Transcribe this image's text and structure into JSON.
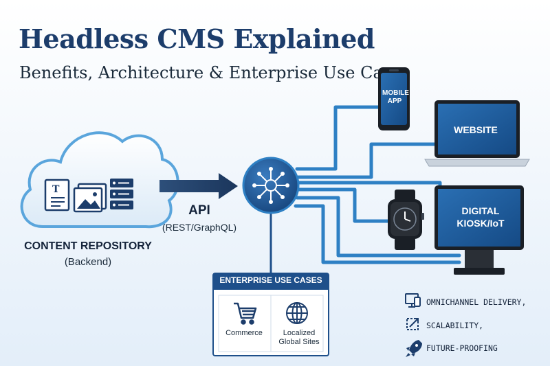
{
  "header": {
    "title": "Headless CMS Explained",
    "subtitle": "Benefits, Architecture & Enterprise Use Cases"
  },
  "repository": {
    "title": "CONTENT REPOSITORY",
    "subtitle": "(Backend)",
    "icons": [
      "document-icon",
      "image-gallery-icon",
      "database-stack-icon"
    ]
  },
  "api": {
    "title": "API",
    "subtitle": "(REST/GraphQL)",
    "icon": "hub-network-icon"
  },
  "devices": {
    "mobile": "MOBILE APP",
    "mobile_line1": "MOBILE",
    "mobile_line2": "APP",
    "website": "WEBSITE",
    "kiosk_line1": "DIGITAL",
    "kiosk_line2": "KIOSK/IoT",
    "watch_icon": "smartwatch-icon"
  },
  "use_cases": {
    "header": "ENTERPRISE USE CASES",
    "items": [
      {
        "icon": "shopping-cart-icon",
        "label_line1": "Commerce",
        "label_line2": ""
      },
      {
        "icon": "globe-icon",
        "label_line1": "Localized",
        "label_line2": "Global Sites"
      }
    ]
  },
  "benefits": [
    {
      "icon": "devices-icon",
      "label": "OMNICHANNEL DELIVERY,"
    },
    {
      "icon": "expand-arrows-icon",
      "label": "SCALABILITY,"
    },
    {
      "icon": "rocket-icon",
      "label": "FUTURE-PROOFING"
    }
  ],
  "colors": {
    "title": "#1c3d6b",
    "hub": "#1e4f8a",
    "connector": "#2e80c4",
    "screen": "#1f5c9e",
    "uc_header": "#1e4f8a",
    "cloud_border": "#5aa5dc"
  }
}
